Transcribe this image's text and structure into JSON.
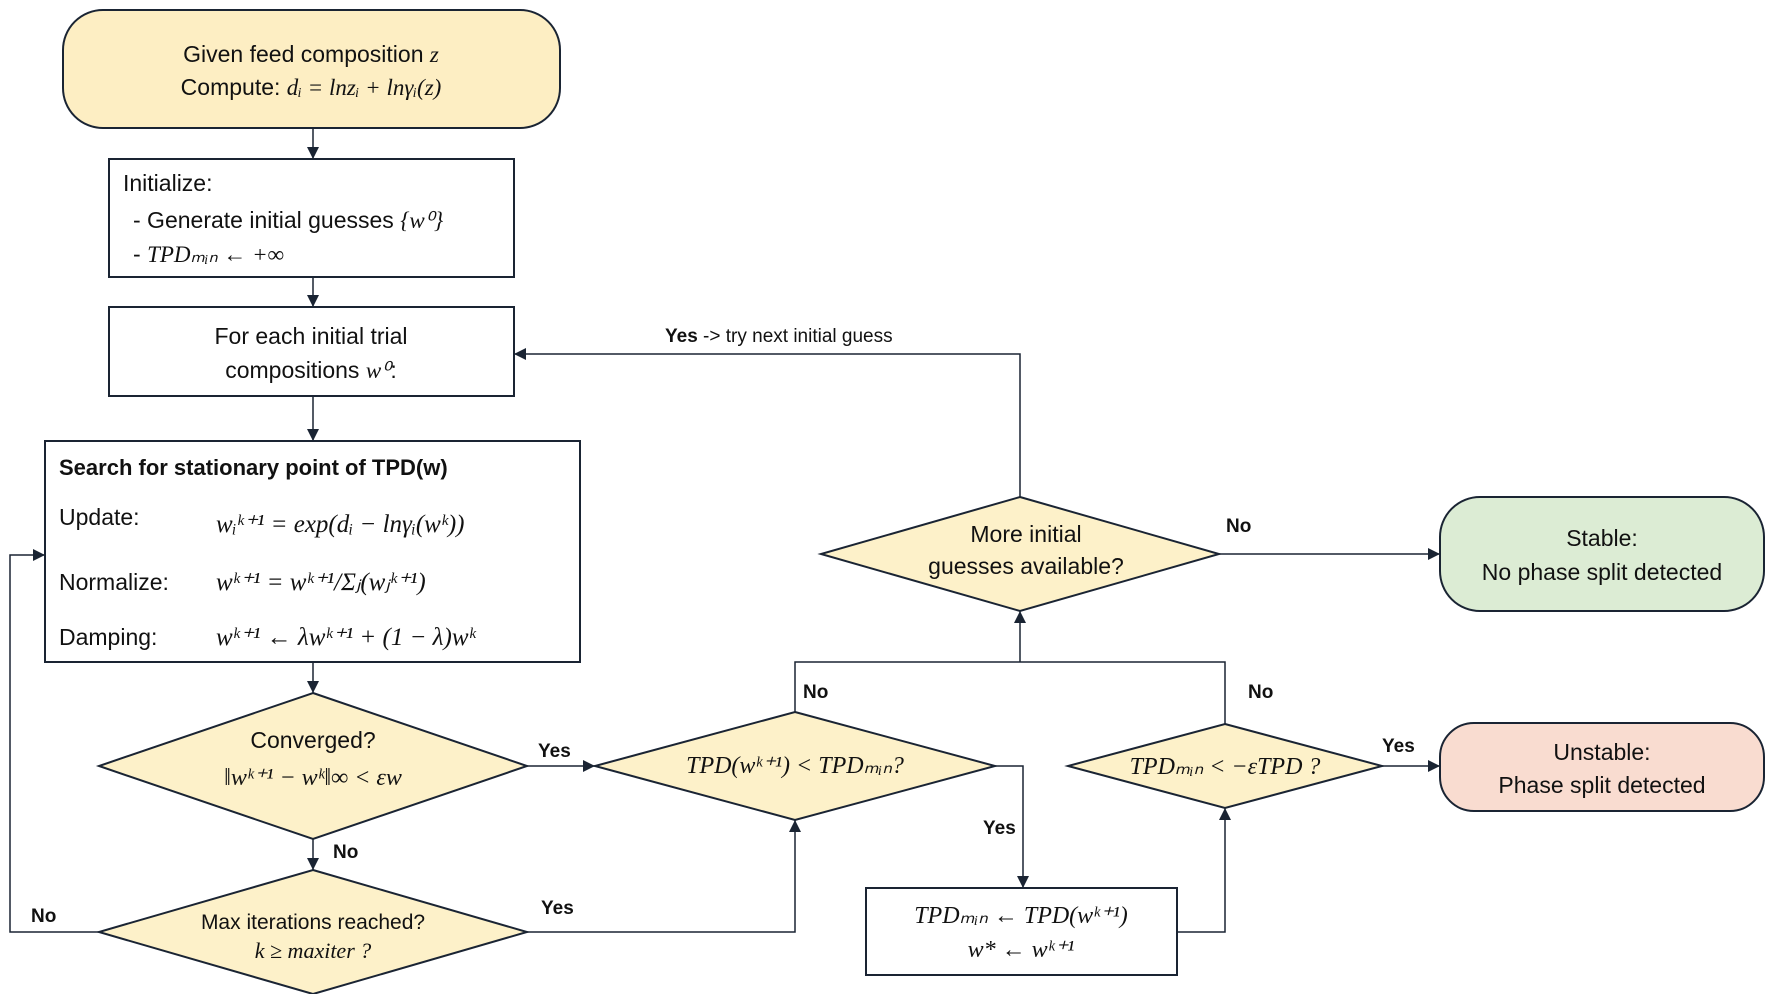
{
  "colors": {
    "start_fill": "#fdeec3",
    "decision_fill": "#fdf1c9",
    "stable_fill": "#dcecd4",
    "unstable_fill": "#f9dcd0",
    "stroke": "#1a2433"
  },
  "start": {
    "line1_text": "Given feed composition ",
    "line1_math": "z",
    "line2_text": "Compute: ",
    "line2_math": "dᵢ = lnzᵢ + lnγᵢ(z)"
  },
  "initialize": {
    "title": "Initialize:",
    "item1_text": "- Generate initial guesses ",
    "item1_math": "{w⁰}",
    "item2_dash": "- ",
    "item2_math": "TPDₘᵢₙ ← +∞"
  },
  "for_each": {
    "line1": "For each initial trial",
    "line2_text": "compositions ",
    "line2_math": "w⁰",
    "line2_colon": ":"
  },
  "search": {
    "title": "Search for stationary point of TPD(w)",
    "update_label": "Update:",
    "update_eq": "wᵢᵏ⁺¹ = exp(dᵢ − lnγᵢ(wᵏ))",
    "normalize_label": "Normalize:",
    "normalize_eq": "wᵏ⁺¹ = wᵏ⁺¹/Σⱼ(wⱼᵏ⁺¹)",
    "damping_label": "Damping:",
    "damping_eq": "wᵏ⁺¹ ← λwᵏ⁺¹ + (1 − λ)wᵏ"
  },
  "converged": {
    "line1": "Converged?",
    "line2": "‖wᵏ⁺¹ − wᵏ‖∞ < εw"
  },
  "max_iter": {
    "line1": "Max iterations reached?",
    "line2": "k ≥ maxiter ?"
  },
  "tpd_check": {
    "text": "TPD(wᵏ⁺¹) < TPDₘᵢₙ?"
  },
  "tpd_update": {
    "line1": "TPDₘᵢₙ ← TPD(wᵏ⁺¹)",
    "line2": "w* ← wᵏ⁺¹"
  },
  "more_guesses": {
    "line1": "More initial",
    "line2": "guesses available?"
  },
  "unstable_check": {
    "text": "TPDₘᵢₙ < −εTPD ?"
  },
  "stable": {
    "line1": "Stable:",
    "line2": "No phase split detected"
  },
  "unstable": {
    "line1": "Unstable:",
    "line2": "Phase split detected"
  },
  "edge_labels": {
    "yes_next_bold": "Yes",
    "yes_next_rest": " -> try next initial guess",
    "no_to_stable": "No",
    "yes_converged": "Yes",
    "no_converged": "No",
    "yes_max_iter": "Yes",
    "no_max_iter": "No",
    "yes_tpd_check": "Yes",
    "no_tpd_check": "No",
    "no_unstable_check": "No",
    "yes_unstable_check": "Yes"
  }
}
